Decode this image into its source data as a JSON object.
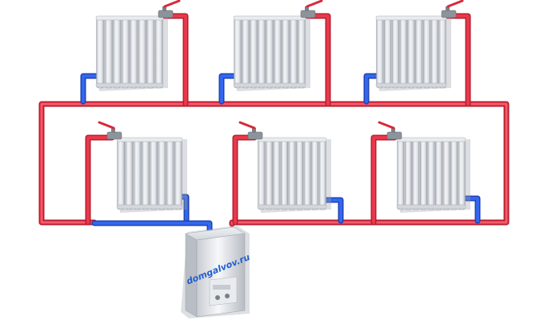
{
  "diagram": {
    "boiler": {
      "watermark": "domgalvov.ru"
    },
    "radiators": {
      "upper": [
        {
          "id": "upper-left",
          "sections": 8
        },
        {
          "id": "upper-middle",
          "sections": 9
        },
        {
          "id": "upper-right",
          "sections": 9
        }
      ],
      "lower": [
        {
          "id": "lower-left",
          "sections": 8
        },
        {
          "id": "lower-middle",
          "sections": 9
        },
        {
          "id": "lower-right",
          "sections": 9
        }
      ]
    },
    "colors": {
      "supply_pipe": "#e0283c",
      "return_pipe": "#2b5de0",
      "radiator": "#dcdfe4",
      "valve_handle": "#d8293a",
      "background": "#ffffff"
    },
    "icons": [
      "radiator-icon",
      "valve-icon",
      "boiler-icon"
    ]
  }
}
